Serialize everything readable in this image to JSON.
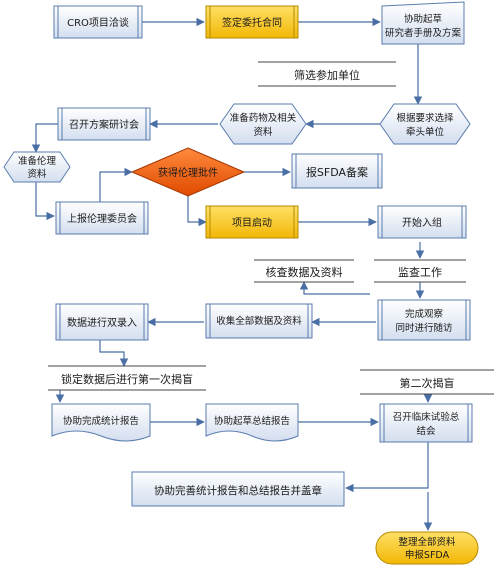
{
  "nodes": {
    "cro_talk": "CRO项目洽谈",
    "sign_contract": "签定委托合同",
    "assist_draft": [
      "协助起草",
      "研究者手册及方案"
    ],
    "select_units": "筛选参加单位",
    "prepare_drugs": [
      "准备药物及相关",
      "资料"
    ],
    "select_lead": [
      "根据要求选择",
      "牵头单位"
    ],
    "hold_meeting": "召开方案研讨会",
    "prepare_ethics": [
      "准备伦理",
      "资料"
    ],
    "ethics_approval": "获得伦理批件",
    "sfda_record": "报SFDA备案",
    "submit_ethics": "上报伦理委员会",
    "project_start": "项目启动",
    "start_enroll": "开始入组",
    "check_data": "核查数据及资料",
    "monitor": "监查工作",
    "complete_obs": [
      "完成观察",
      "同时进行随访"
    ],
    "collect_data": "收集全部数据及资料",
    "double_entry": "数据进行双录入",
    "lock_unblind": "锁定数据后进行第一次揭盲",
    "second_unblind": "第二次揭盲",
    "stat_report": "协助完成统计报告",
    "draft_summary": "协助起草总结报告",
    "summary_meeting": [
      "召开临床试验总",
      "结会"
    ],
    "finalize_seal": "协助完善统计报告和总结报告并盖章",
    "submit_sfda": [
      "整理全部资料",
      "申报SFDA"
    ]
  },
  "colors": {
    "box_fill": "#e8eef8",
    "box_stroke": "#5a7cae",
    "highlight_fill": "#f5c518",
    "diamond_fill": "#ef5a0f",
    "line": "#4a6fa5"
  }
}
